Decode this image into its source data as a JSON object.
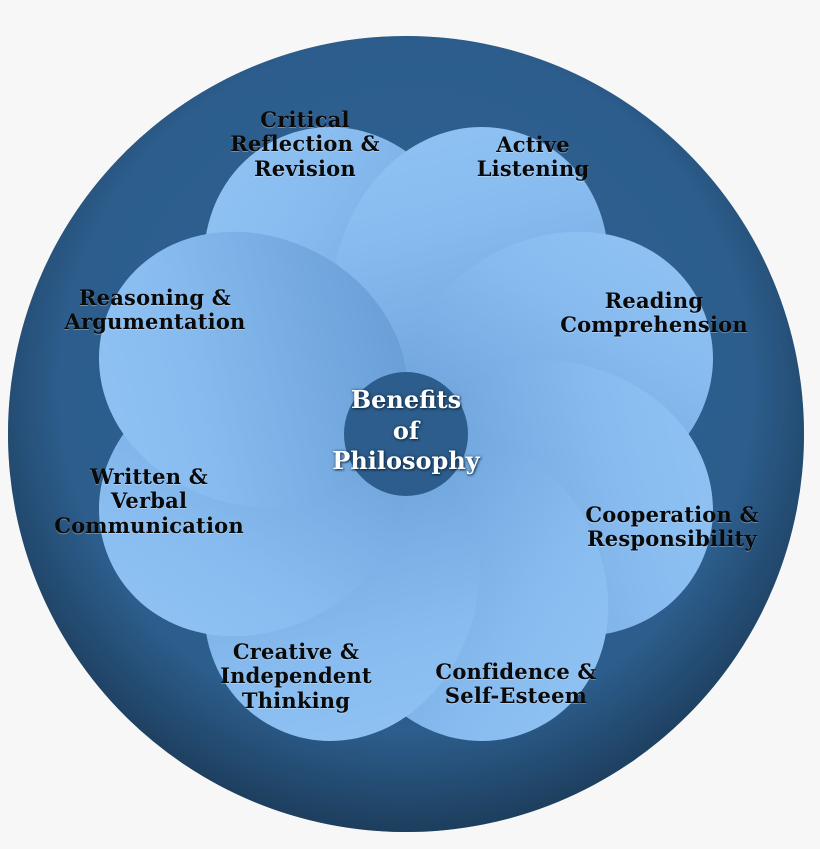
{
  "diagram": {
    "title": "Benefits of Philosophy",
    "type": "petal-flower-diagram",
    "center": {
      "line1": "Benefits",
      "line2": "of",
      "line3": "Philosophy",
      "text": "Benefits\nof\nPhilosophy"
    },
    "colors": {
      "canvas_background": "#f7f7f7",
      "outer_circle": "#2c5d8c",
      "petal_light": "#8fc2f2",
      "petal_mid": "#79ade4",
      "petal_dark": "#6a9fd8",
      "petal_label_text": "#0a0a0a",
      "center_label_text": "#ffffff"
    },
    "petals": [
      {
        "id": "critical-reflection-revision",
        "label": "Critical\nReflection &\nRevision",
        "angle_deg": 337.5,
        "position": "top-left"
      },
      {
        "id": "active-listening",
        "label": "Active\nListening",
        "angle_deg": 22.5,
        "position": "top-right"
      },
      {
        "id": "reading-comprehension",
        "label": "Reading\nComprehension",
        "angle_deg": 67.5,
        "position": "right-upper"
      },
      {
        "id": "cooperation-responsibility",
        "label": "Cooperation &\nResponsibility",
        "angle_deg": 112.5,
        "position": "right-lower"
      },
      {
        "id": "confidence-self-esteem",
        "label": "Confidence &\nSelf-Esteem",
        "angle_deg": 157.5,
        "position": "bottom-right"
      },
      {
        "id": "creative-independent-thinking",
        "label": "Creative &\nIndependent\nThinking",
        "angle_deg": 202.5,
        "position": "bottom-left"
      },
      {
        "id": "written-verbal-communication",
        "label": "Written &\nVerbal\nCommunication",
        "angle_deg": 247.5,
        "position": "left-lower"
      },
      {
        "id": "reasoning-argumentation",
        "label": "Reasoning &\nArgumentation",
        "angle_deg": 292.5,
        "position": "left-upper"
      }
    ]
  }
}
